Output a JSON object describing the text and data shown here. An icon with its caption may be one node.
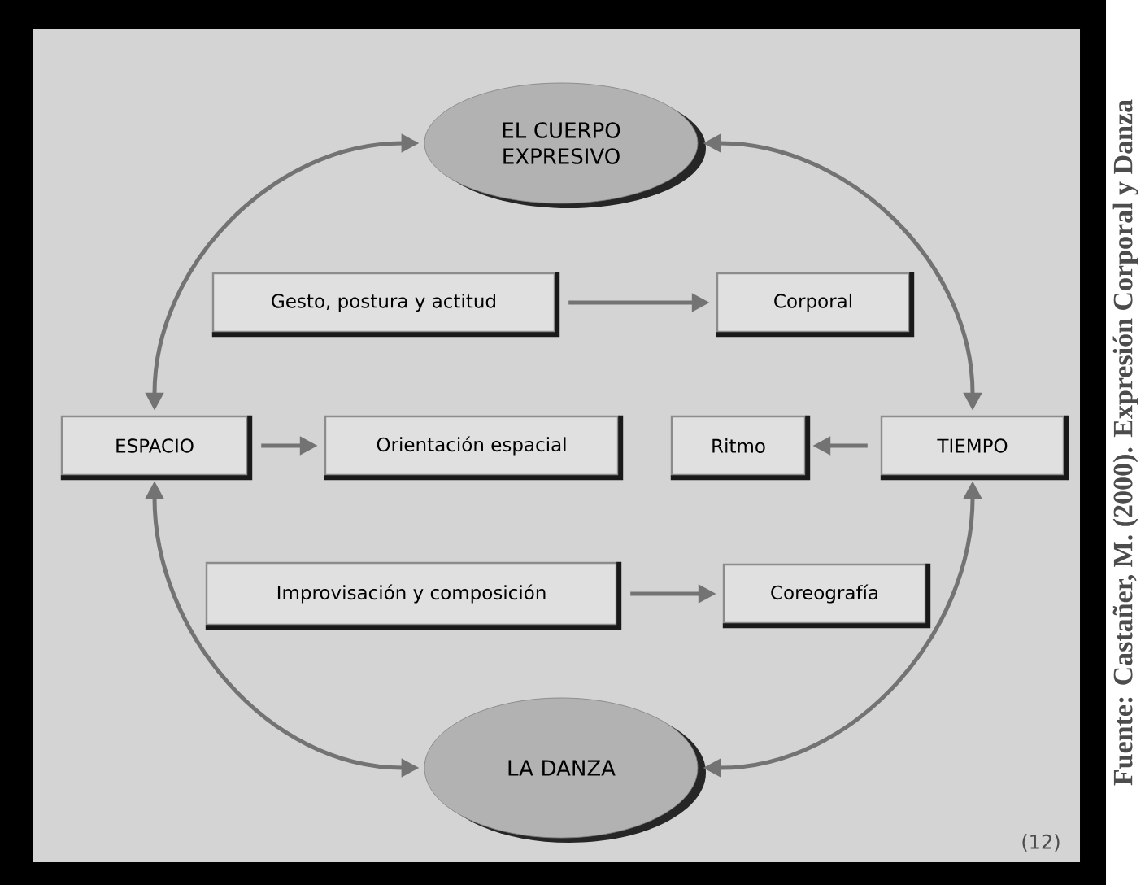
{
  "diagram": {
    "caption": "Fuente: Castañer, M. (2000). Expresión Corporal y Danza",
    "nodes": [
      {
        "text": [
          "EL CUERPO EXPRESIVO"
        ]
      },
      {
        "text": [
          "Gesto, postura y actitud"
        ]
      },
      {
        "text": [
          "Corporal"
        ]
      },
      {
        "text": [
          "ESPACIO"
        ]
      },
      {
        "text": [
          "Orientación espacial"
        ]
      },
      {
        "text": [
          "Ritmo"
        ]
      },
      {
        "text": [
          "TIEMPO"
        ]
      },
      {
        "text": [
          "Improvisación y composición"
        ]
      },
      {
        "text": [
          "Coreografía"
        ]
      },
      {
        "text": [
          "LA DANZA"
        ]
      }
    ],
    "edges": [
      {
        "from": 1,
        "to": 2,
        "arrow": "to"
      },
      {
        "from": 3,
        "to": 4,
        "arrow": "to"
      },
      {
        "from": 6,
        "to": 5,
        "arrow": "to"
      },
      {
        "from": 7,
        "to": 8,
        "arrow": "to"
      },
      {
        "from": 0,
        "to": 3,
        "arrow": "both"
      },
      {
        "from": 0,
        "to": 6,
        "arrow": "both"
      },
      {
        "from": 9,
        "to": 3,
        "arrow": "both"
      },
      {
        "from": 9,
        "to": 6,
        "arrow": "both"
      }
    ],
    "labels": [
      "(12)"
    ]
  }
}
